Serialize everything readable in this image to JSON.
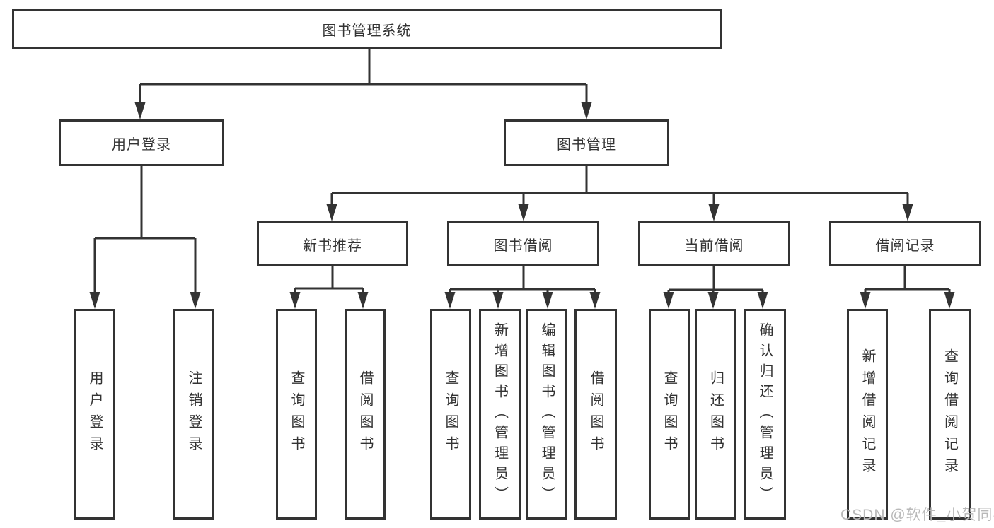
{
  "diagram": {
    "root": {
      "label": "图书管理系统"
    },
    "branches": [
      {
        "label": "用户登录",
        "children": [
          "用户登录",
          "注销登录"
        ]
      },
      {
        "label": "图书管理",
        "sections": [
          {
            "label": "新书推荐",
            "children": [
              "查询图书",
              "借阅图书"
            ]
          },
          {
            "label": "图书借阅",
            "children": [
              "查询图书",
              "新增图书（管理员）",
              "编辑图书（管理员）",
              "借阅图书"
            ]
          },
          {
            "label": "当前借阅",
            "children": [
              "查询图书",
              "归还图书",
              "确认归还（管理员）"
            ]
          },
          {
            "label": "借阅记录",
            "children": [
              "新增借阅记录",
              "查询借阅记录"
            ]
          }
        ]
      }
    ]
  },
  "watermark": {
    "text": "CSDN @软件_小贺同学"
  },
  "colors": {
    "line": "#333333",
    "text": "#333333",
    "watermark": "#b9b9b9",
    "background": "#ffffff"
  }
}
